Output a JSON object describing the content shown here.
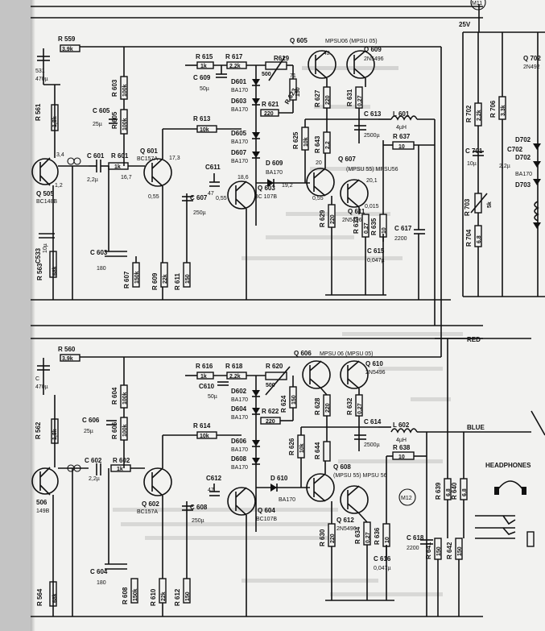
{
  "page_labels": {
    "m11": "M11",
    "m12": "M12",
    "v25": "25V",
    "red": "RED",
    "blue": "BLUE",
    "headphones": "HEADPHONES"
  },
  "upper_channel": {
    "r559": "R 559",
    "r559_val": "3,9k",
    "c531": "531",
    "c531_val": "470µ",
    "r561": "R 561",
    "r561_val": "1,8k",
    "c533": "C533",
    "c533_val": "10µ",
    "r563": "R 563",
    "r563_val": "68k",
    "tr505": "Q 505",
    "tr505_type": "BC148B",
    "node_34": "3,4",
    "node_12": "1,2",
    "c601": "C 601",
    "c601_val": "2,2µ",
    "r601": "R 601",
    "r601_val": "1k",
    "node_167": "16,7",
    "q601": "Q 601",
    "q601_type": "BC157A",
    "q601_v": "17,3",
    "node_055a": "0,55",
    "c603": "C 603",
    "c603_val": "180",
    "r607": "R 607",
    "r607_val": "150k",
    "c605": "C 605",
    "c605_val": "25µ",
    "r605": "R 605",
    "r605_val": "100k",
    "r603": "R 603",
    "r603_val": "100k",
    "r609": "R 609",
    "r609_val": "22k",
    "r611": "R 611",
    "r611_val": "150",
    "c607": "C 607",
    "c607_val": "250µ",
    "r613": "R 613",
    "r613_val": "10k",
    "r615": "R 615",
    "r615_val": "1k",
    "r617": "R 617",
    "r617_val": "2,2k",
    "c609": "C 609",
    "c609_val": "50µ",
    "d601": "D601",
    "d603": "D603",
    "d_type": "BA170",
    "d605": "D605",
    "d607": "D607",
    "r619": "R619",
    "r619_val": "500",
    "r621": "R 621",
    "r621_val": "220",
    "r623": "R 623",
    "r623_val": "150",
    "node_71": "71",
    "c611": "C611",
    "c611_val": "47",
    "q603": "Q 603",
    "q603_type": "BC 107B",
    "node_186": "18,6",
    "node_055b": "0,55",
    "d609": "D 609",
    "d609_type": "BA170",
    "node_192": "19,2",
    "q605": "Q 605",
    "q605_type": "MPSU06 (MPSU 05)",
    "node_42": "42",
    "r625": "R 625",
    "r625_val": "10k",
    "r627": "R 627",
    "r627_val": "220",
    "r643": "R 643",
    "r643_val": "2,2",
    "q609": "Q 609",
    "q609_type": "2N5496",
    "r631": "R 631",
    "r631_val": "0,27",
    "node_20": "20",
    "q607": "Q 607",
    "q607_type": "(MPSU 55) MPSU56",
    "node_201": "20,1",
    "node_055c": "0,55",
    "q611": "Q 611",
    "q611_type": "2N5496",
    "node_0015": "0,015",
    "r629": "R 629",
    "r629_val": "220",
    "r633": "R 633",
    "r633_val": "0,27",
    "r635": "R 635",
    "r635_val": "10",
    "c613": "C 613",
    "c613_val": "2500µ",
    "l601": "L 601",
    "l601_val": "4µH",
    "r637": "R 637",
    "r637_val": "10",
    "c615": "C 615",
    "c615_val": "0,047µ",
    "c617": "C 617",
    "c617_val": "2200"
  },
  "lower_channel": {
    "r560": "R 560",
    "r560_val": "3,9k",
    "c532": "C",
    "c532_val": "470µ",
    "r562": "R 562",
    "r562_val": "1,8k",
    "r564": "R 564",
    "r564_val": "68k",
    "tr506": "506",
    "tr506_type": "149B",
    "c602": "C 602",
    "c602_val": "2,2µ",
    "r602": "R 602",
    "r602_val": "1k",
    "q602": "Q 602",
    "q602_type": "BC157A",
    "c604": "C 604",
    "c604_val": "180",
    "r608": "R 608",
    "r608_val": "150k",
    "c606": "C 606",
    "c606_val": "25µ",
    "r606": "R 606",
    "r606_val": "100k",
    "r604": "R 604",
    "r604_val": "100k",
    "r610": "R 610",
    "r610_val": "22k",
    "r612": "R 612",
    "r612_val": "150",
    "c608": "C 608",
    "c608_val": "250µ",
    "r614": "R 614",
    "r614_val": "10k",
    "r616": "R 616",
    "r616_val": "1k",
    "r618": "R 618",
    "r618_val": "2,2k",
    "c610": "C610",
    "c610_val": "50µ",
    "d602": "D602",
    "d604": "D604",
    "d_type": "BA170",
    "d606": "D606",
    "d608": "D608",
    "r620": "R 620",
    "r620_val": "500",
    "r622": "R 622",
    "r622_val": "220",
    "r624": "R 624",
    "r624_val": "150",
    "c612": "C612",
    "c612_val": "47",
    "q604": "Q 604",
    "q604_type": "BC107B",
    "d610": "D 610",
    "d610_type": "BA170",
    "q606": "Q 606",
    "q606_type": "MPSU 06 (MPSU 05)",
    "r626": "R 626",
    "r626_val": "10k",
    "r628": "R 628",
    "r628_val": "220",
    "r644": "R 644",
    "q610": "Q 610",
    "q610_type": "2N5496",
    "r632": "R 632",
    "r632_val": "0,27",
    "q608": "Q 608",
    "q608_type": "(MPSU 55) MPSU 56",
    "q612": "Q 612",
    "q612_type": "2N5496",
    "r630": "R 630",
    "r630_val": "220",
    "r634": "R 634",
    "r634_val": "0,27",
    "r636": "R 636",
    "r636_val": "10",
    "c614": "C 614",
    "c614_val": "2500µ",
    "l602": "L 602",
    "l602_val": "4µH",
    "r638": "R 638",
    "r638_val": "10",
    "c616": "C 616",
    "c616_val": "0,047µ",
    "c618": "C 618",
    "c618_val": "2200"
  },
  "right_section": {
    "q702": "Q 702",
    "q702_type": "2N492",
    "r702": "R 702",
    "r702_val": "2,2k",
    "r706": "R 706",
    "r706_val": "3,3k",
    "c701": "C 701",
    "c701_val": "10µ",
    "c702": "C702",
    "c702_val": "2,2µ",
    "d702": "D702",
    "d703": "D703",
    "d_type": "BA170",
    "r703": "R 703",
    "r703_val": "5k",
    "r704": "R 704",
    "r704_val": "6,8",
    "r639": "R 639",
    "r639_val": "6,8",
    "r640": "R 640",
    "r640_val": "6,8",
    "r641": "R 641",
    "r641_val": "150",
    "r642": "R 642",
    "r642_val": "150"
  }
}
